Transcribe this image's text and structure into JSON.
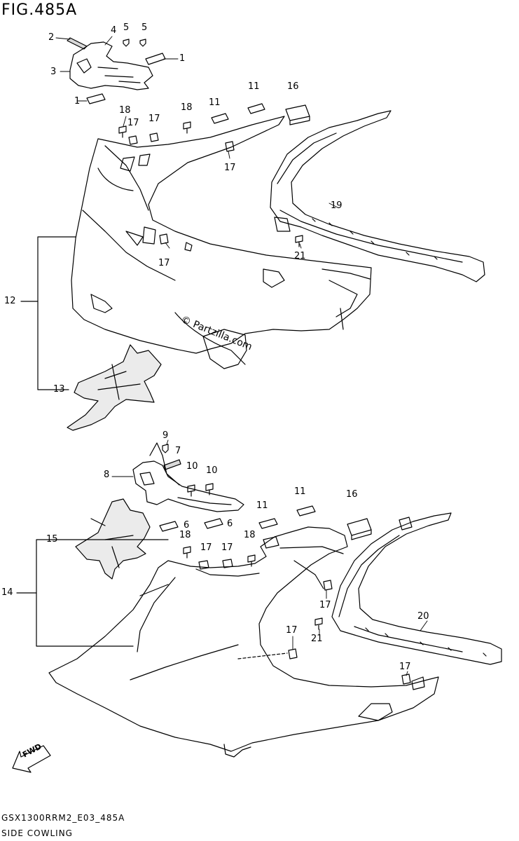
{
  "figure_title": "FIG.485A",
  "watermark": "© Partzilla.com",
  "direction_label": "FWD",
  "footer": {
    "model_code": "GSX1300RRM2_E03_485A",
    "section_name": "SIDE COWLING"
  },
  "callouts": [
    {
      "id": "c1",
      "label": "2"
    },
    {
      "id": "c2",
      "label": "4"
    },
    {
      "id": "c3",
      "label": "5"
    },
    {
      "id": "c4",
      "label": "5"
    },
    {
      "id": "c5",
      "label": "1"
    },
    {
      "id": "c6",
      "label": "3"
    },
    {
      "id": "c7",
      "label": "1"
    },
    {
      "id": "c8",
      "label": "11"
    },
    {
      "id": "c9",
      "label": "16"
    },
    {
      "id": "c10",
      "label": "11"
    },
    {
      "id": "c11",
      "label": "18"
    },
    {
      "id": "c12",
      "label": "17"
    },
    {
      "id": "c13",
      "label": "17"
    },
    {
      "id": "c14",
      "label": "18"
    },
    {
      "id": "c15",
      "label": "17"
    },
    {
      "id": "c16",
      "label": "19"
    },
    {
      "id": "c17",
      "label": "21"
    },
    {
      "id": "c18",
      "label": "17"
    },
    {
      "id": "c19",
      "label": "12"
    },
    {
      "id": "c20",
      "label": "13"
    },
    {
      "id": "c21",
      "label": "9"
    },
    {
      "id": "c22",
      "label": "7"
    },
    {
      "id": "c23",
      "label": "8"
    },
    {
      "id": "c24",
      "label": "10"
    },
    {
      "id": "c25",
      "label": "10"
    },
    {
      "id": "c26",
      "label": "11"
    },
    {
      "id": "c27",
      "label": "16"
    },
    {
      "id": "c28",
      "label": "11"
    },
    {
      "id": "c29",
      "label": "6"
    },
    {
      "id": "c30",
      "label": "6"
    },
    {
      "id": "c31",
      "label": "15"
    },
    {
      "id": "c32",
      "label": "18"
    },
    {
      "id": "c33",
      "label": "17"
    },
    {
      "id": "c34",
      "label": "17"
    },
    {
      "id": "c35",
      "label": "18"
    },
    {
      "id": "c36",
      "label": "14"
    },
    {
      "id": "c37",
      "label": "17"
    },
    {
      "id": "c38",
      "label": "20"
    },
    {
      "id": "c39",
      "label": "21"
    },
    {
      "id": "c40",
      "label": "17"
    },
    {
      "id": "c41",
      "label": "17"
    }
  ]
}
